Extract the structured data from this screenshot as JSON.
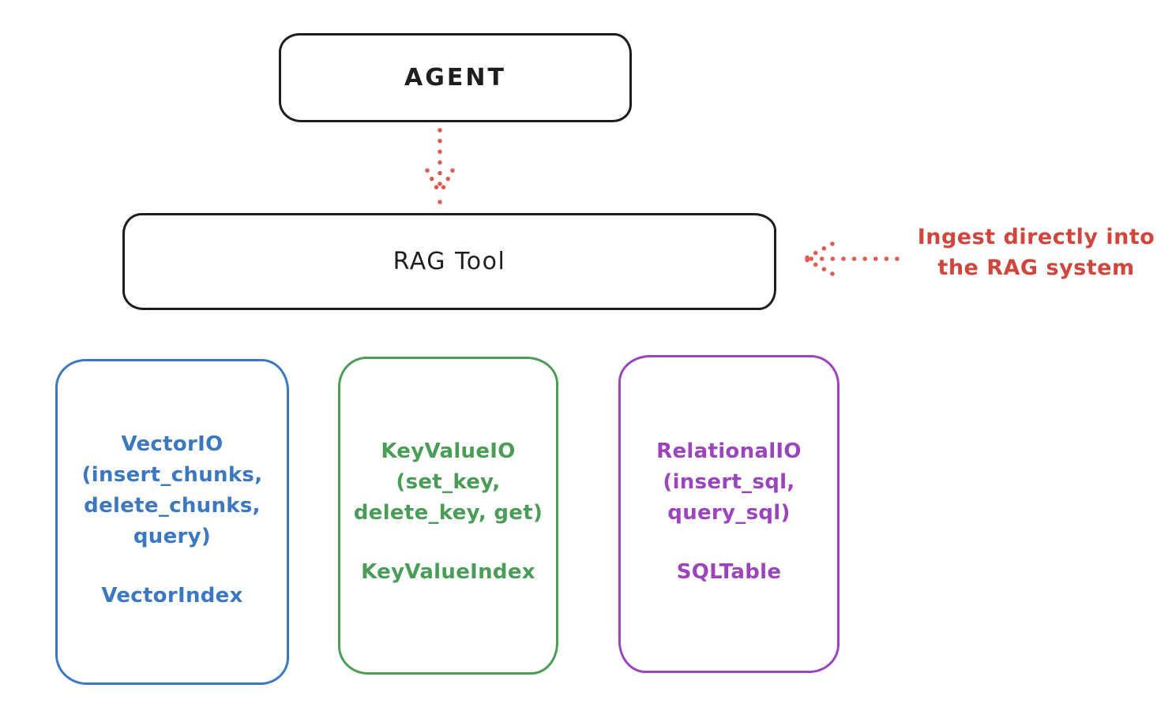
{
  "colors": {
    "stroke_black": "#1e1e1e",
    "blue": "#3b78c2",
    "green": "#4a9d57",
    "purple": "#9b44bd",
    "red_text": "#d0453c",
    "red_arrow": "#e05b52",
    "background": "#ffffff"
  },
  "nodes": {
    "agent": {
      "label": "AGENT"
    },
    "rag_tool": {
      "label": "RAG Tool"
    }
  },
  "annotation": {
    "text": "Ingest directly into\nthe RAG system",
    "color": "#d0453c"
  },
  "backends": [
    {
      "id": "vector-io",
      "color": "#3b78c2",
      "body": "VectorIO\n(insert_chunks,\ndelete_chunks,\nquery)",
      "index_label": "VectorIndex"
    },
    {
      "id": "keyvalue-io",
      "color": "#4a9d57",
      "body": "KeyValueIO\n(set_key,\ndelete_key, get)",
      "index_label": "KeyValueIndex"
    },
    {
      "id": "relational-io",
      "color": "#9b44bd",
      "body": "RelationalIO\n(insert_sql,\nquery_sql)",
      "index_label": "SQLTable"
    }
  ],
  "arrows": [
    {
      "id": "agent-to-ragtool",
      "style": "dotted",
      "color": "#e05b52",
      "direction": "down"
    },
    {
      "id": "ingest-to-ragtool",
      "style": "dotted",
      "color": "#e05b52",
      "direction": "left"
    }
  ]
}
